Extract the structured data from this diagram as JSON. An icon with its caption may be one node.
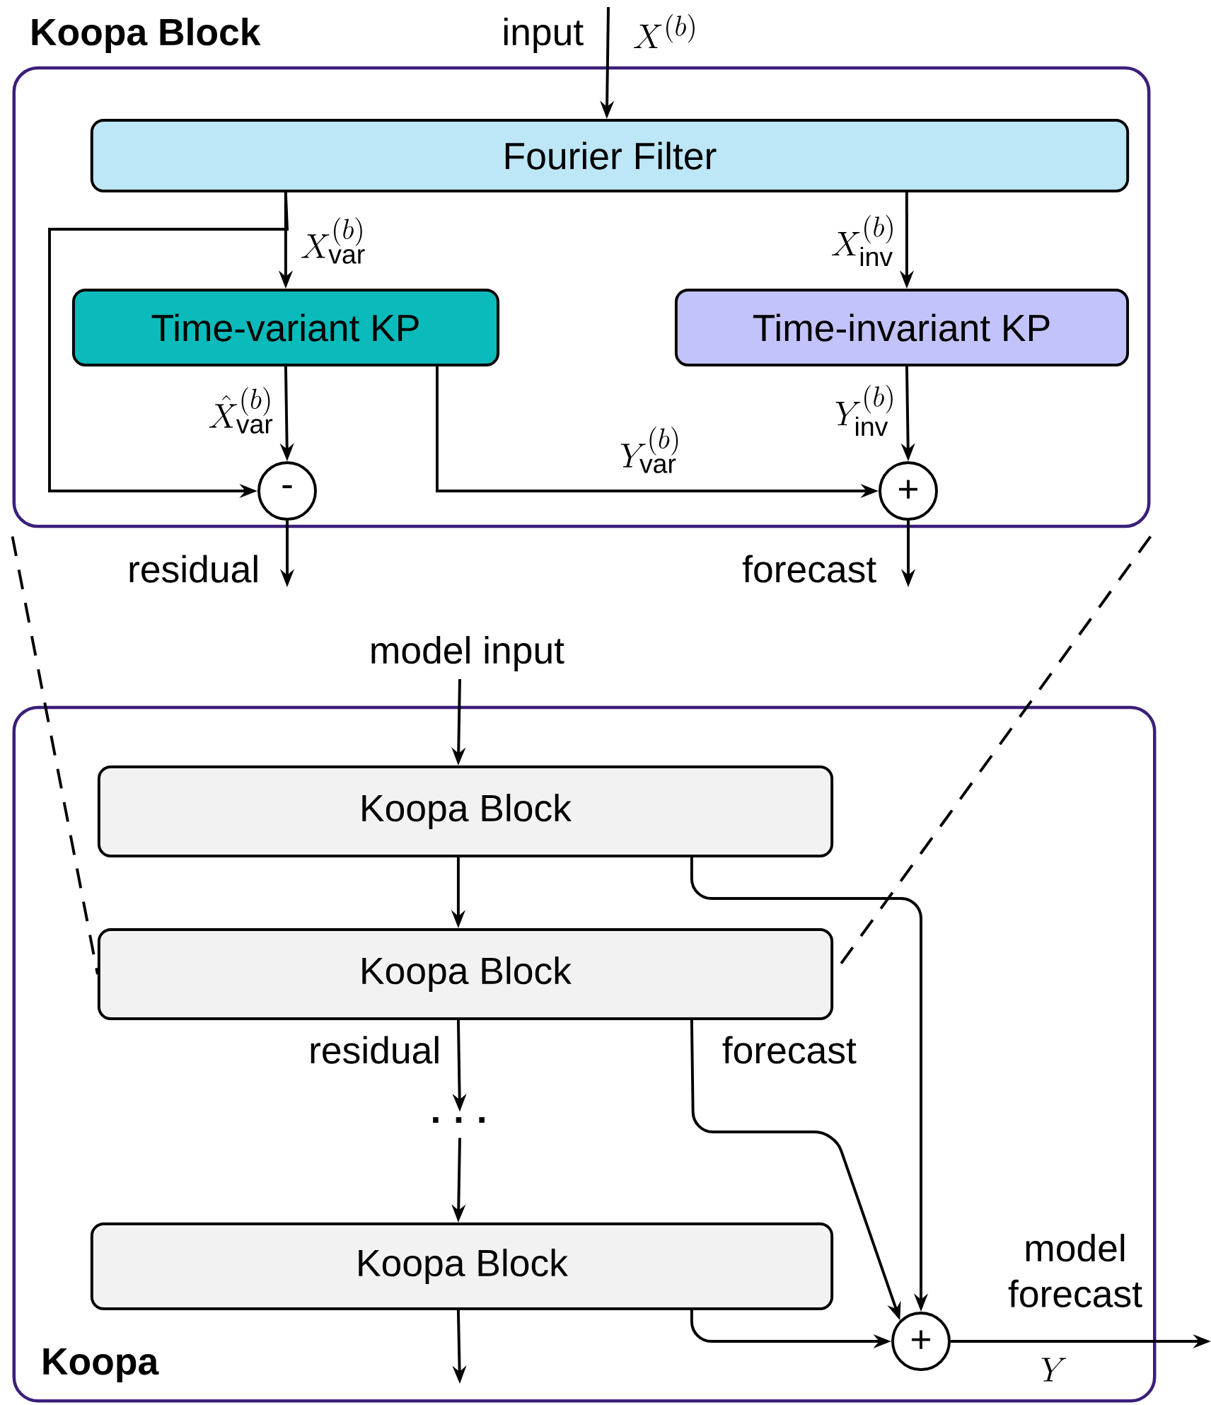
{
  "diagram": {
    "nodes": [
      {
        "text": [
          "Koopa Block"
        ]
      },
      {
        "text": [
          "Fourier Filter"
        ],
        "in": 0
      },
      {
        "text": [
          "Time-variant KP"
        ],
        "in": 0
      },
      {
        "text": [
          "Time-invariant KP"
        ],
        "in": 0
      },
      {
        "text": [
          "-"
        ],
        "in": 0
      },
      {
        "text": [
          "+"
        ],
        "in": 0
      },
      {
        "text": [
          "Koopa"
        ]
      },
      {
        "text": [
          "Koopa Block"
        ],
        "in": 6
      },
      {
        "text": [
          "Koopa Block"
        ],
        "in": 6
      },
      {
        "text": [
          "· · ·"
        ],
        "in": 6
      },
      {
        "text": [
          "Koopa Block"
        ],
        "in": 6
      },
      {
        "text": [
          "+"
        ],
        "in": 6
      }
    ],
    "edges": [
      {
        "from": null,
        "to": 1,
        "arrow": "to",
        "label": "input"
      },
      {
        "from": 1,
        "to": 2,
        "arrow": "to",
        "label": "X^{(b)}_{\\mathrm{var}}"
      },
      {
        "from": 1,
        "to": 4,
        "arrow": "to"
      },
      {
        "from": 1,
        "to": 3,
        "arrow": "to",
        "label": "X^{(b)}_{\\mathrm{inv}}"
      },
      {
        "from": 2,
        "to": 4,
        "arrow": "to",
        "label": "\\hat{X}^{(b)}_{\\mathrm{var}}"
      },
      {
        "from": 2,
        "to": 5,
        "arrow": "to",
        "label": "Y^{(b)}_{\\mathrm{var}}"
      },
      {
        "from": 3,
        "to": 5,
        "arrow": "to",
        "label": "Y^{(b)}_{\\mathrm{inv}}"
      },
      {
        "from": 4,
        "to": null,
        "arrow": "to",
        "label": "residual"
      },
      {
        "from": 5,
        "to": null,
        "arrow": "to",
        "label": "forecast"
      },
      {
        "from": null,
        "to": 7,
        "arrow": "to",
        "label": "model input"
      },
      {
        "from": 7,
        "to": 8,
        "arrow": "to"
      },
      {
        "from": 8,
        "to": 9,
        "arrow": "to",
        "label": "residual"
      },
      {
        "from": 9,
        "to": 10,
        "arrow": "to"
      },
      {
        "from": 10,
        "to": null,
        "arrow": "to"
      },
      {
        "from": 7,
        "to": 11,
        "arrow": "to"
      },
      {
        "from": 8,
        "to": 11,
        "arrow": "to",
        "label": "forecast"
      },
      {
        "from": 10,
        "to": 11,
        "arrow": "to"
      },
      {
        "from": 11,
        "to": null,
        "arrow": "to",
        "label": "model forecast"
      },
      {
        "from": 0,
        "to": 8,
        "arrow": "none",
        "style": "dashed"
      },
      {
        "from": 0,
        "to": 8,
        "arrow": "none",
        "style": "dashed"
      }
    ],
    "labels": [
      "X^{(b)}",
      "Y"
    ]
  }
}
